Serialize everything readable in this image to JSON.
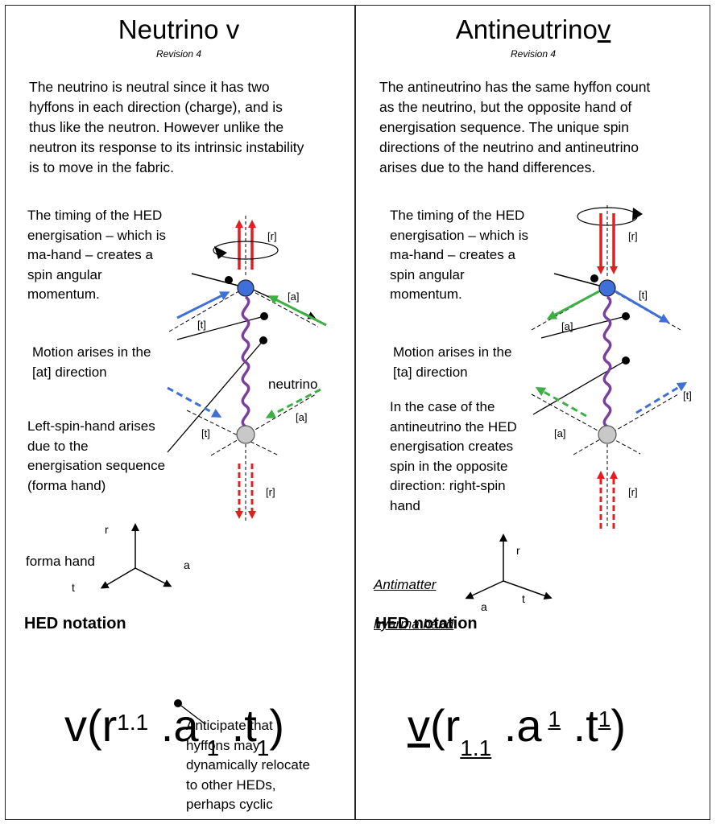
{
  "left": {
    "title": "Neutrino v",
    "revision": "Revision 4",
    "intro": "The neutrino is neutral since it has two\nhyffons in each direction (charge), and is\nthus like the neutron.  However unlike the\nneutron its response to its intrinsic instability\nis to move in the fabric.",
    "timing": "The timing of the HED\nenergisation – which is\nma-hand – creates a\nspin angular\nmomentum.",
    "motion": "Motion arises in the\n[at] direction",
    "left_spin": "Left-spin-hand arises\ndue to the\nenergisation sequence\n(forma hand)",
    "neutrino_label": "neutrino",
    "labels": {
      "r_top": "[r]",
      "a_top": "[a]",
      "t_top": "[t]",
      "a_bottom": "[a]",
      "t_bottom": "[t]",
      "r_bottom": "[r]"
    },
    "axes": {
      "r": "r",
      "a": "a",
      "t": "t",
      "hand": "forma hand"
    },
    "hed_notation_label": "HED notation",
    "notation": {
      "v": "v(r",
      "r_sup": "1.1",
      "a": " .a",
      "a_sub": "1",
      "t": " .t",
      "t_sub": "1",
      "close": ")"
    },
    "anticipate_note": "Anticipate that\nhyffons may\ndynamically relocate\nto other HEDs,\nperhaps cyclic"
  },
  "right": {
    "title_prefix": "Antineutrino",
    "title_v": "v",
    "revision": "Revision 4",
    "intro": "The antineutrino has the same hyffon count\nas the neutrino, but the opposite hand of\nenergisation sequence.   The unique spin\ndirections of the neutrino and antineutrino\narises due to the hand differences.",
    "timing": "The timing of the HED\nenergisation – which is\nma-hand – creates a\nspin angular\nmomentum.",
    "motion": "Motion arises in the\n[ta] direction",
    "antineutrino_case": "In the case of the\nantineutrino the  HED\nenergisation creates\nspin in the opposite\ndirection: right-spin\nhand",
    "labels": {
      "r_top": "[r]",
      "t_top": "[t]",
      "a_top": "[a]",
      "t_bottom": "[t]",
      "a_bottom": "[a]",
      "r_bottom": "[r]"
    },
    "axes": {
      "r": "r",
      "a": "a",
      "t": "t",
      "hand_line1": "Antimatter",
      "hand_line2": "hyarma hand"
    },
    "hed_notation_label": "HED notation",
    "notation": {
      "v": "v",
      "r": "(r",
      "r_sub": "1.1",
      "a": " .a",
      "a_sup": "1",
      "t": " .t",
      "t_sup": "1",
      "close": ")"
    }
  },
  "colors": {
    "red": "#e02020",
    "blue": "#3f6fd8",
    "green": "#3cb043",
    "purple": "#7b3fa0",
    "grey_node": "#c8c8c8"
  }
}
